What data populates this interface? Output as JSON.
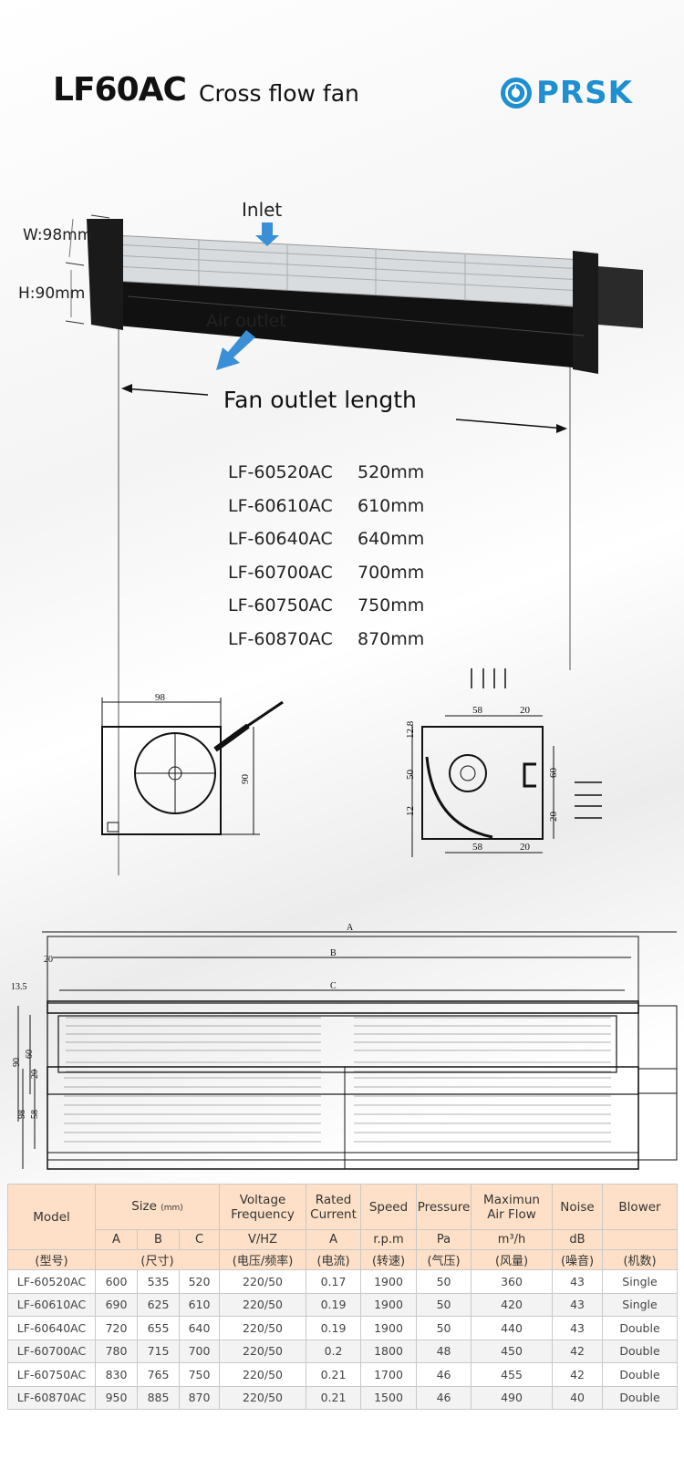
{
  "header": {
    "model": "LF60AC",
    "subtitle": "Cross flow fan",
    "logo": "PRSK"
  },
  "photo": {
    "width_label": "W:98mm",
    "height_label": "H:90mm",
    "inlet_label": "Inlet",
    "outlet_label": "Air outlet",
    "length_label": "Fan outlet length"
  },
  "models": [
    {
      "model": "LF-60520AC",
      "length": "520mm"
    },
    {
      "model": "LF-60610AC",
      "length": "610mm"
    },
    {
      "model": "LF-60640AC",
      "length": "640mm"
    },
    {
      "model": "LF-60700AC",
      "length": "700mm"
    },
    {
      "model": "LF-60750AC",
      "length": "750mm"
    },
    {
      "model": "LF-60870AC",
      "length": "870mm"
    }
  ],
  "drawings": {
    "end_view": {
      "width": "98",
      "height": "90"
    },
    "side_view": {
      "top_58": "58",
      "top_20": "20",
      "left_12_8": "12.8",
      "left_50": "50",
      "left_12": "12",
      "right_60": "60",
      "right_20": "20",
      "bottom_58": "58",
      "bottom_20": "20"
    },
    "front_view": {
      "a": "A",
      "b": "B",
      "c": "C",
      "offset_13_5": "13.5",
      "offset_20": "20",
      "h90": "90",
      "h60": "60"
    },
    "top_view": {
      "d20": "20",
      "d58": "58",
      "d98": "98"
    }
  },
  "table": {
    "headers": {
      "model": "Model",
      "size": "Size",
      "size_unit": "(mm)",
      "voltage": [
        "Voltage",
        "Frequency"
      ],
      "current": [
        "Rated",
        "Current"
      ],
      "speed": "Speed",
      "pressure": "Pressure",
      "airflow": [
        "Maximun",
        "Air Flow"
      ],
      "noise": "Noise",
      "blower": "Blower"
    },
    "units": [
      "A",
      "B",
      "C",
      "V/HZ",
      "A",
      "r.p.m",
      "Pa",
      "m³/h",
      "dB"
    ],
    "chinese": [
      "(型号)",
      "(尺寸)",
      "(电压/频率)",
      "(电流)",
      "(转速)",
      "(气压)",
      "(风量)",
      "(噪音)",
      "(机数)"
    ],
    "rows": [
      [
        "LF-60520AC",
        "600",
        "535",
        "520",
        "220/50",
        "0.17",
        "1900",
        "50",
        "360",
        "43",
        "Single"
      ],
      [
        "LF-60610AC",
        "690",
        "625",
        "610",
        "220/50",
        "0.19",
        "1900",
        "50",
        "420",
        "43",
        "Single"
      ],
      [
        "LF-60640AC",
        "720",
        "655",
        "640",
        "220/50",
        "0.19",
        "1900",
        "50",
        "440",
        "43",
        "Double"
      ],
      [
        "LF-60700AC",
        "780",
        "715",
        "700",
        "220/50",
        "0.2",
        "1800",
        "48",
        "450",
        "42",
        "Double"
      ],
      [
        "LF-60750AC",
        "830",
        "765",
        "750",
        "220/50",
        "0.21",
        "1700",
        "46",
        "455",
        "42",
        "Double"
      ],
      [
        "LF-60870AC",
        "950",
        "885",
        "870",
        "220/50",
        "0.21",
        "1500",
        "46",
        "490",
        "40",
        "Double"
      ]
    ]
  },
  "colors": {
    "brand": "#1e8fd0",
    "table_header": "#fde0c7"
  }
}
